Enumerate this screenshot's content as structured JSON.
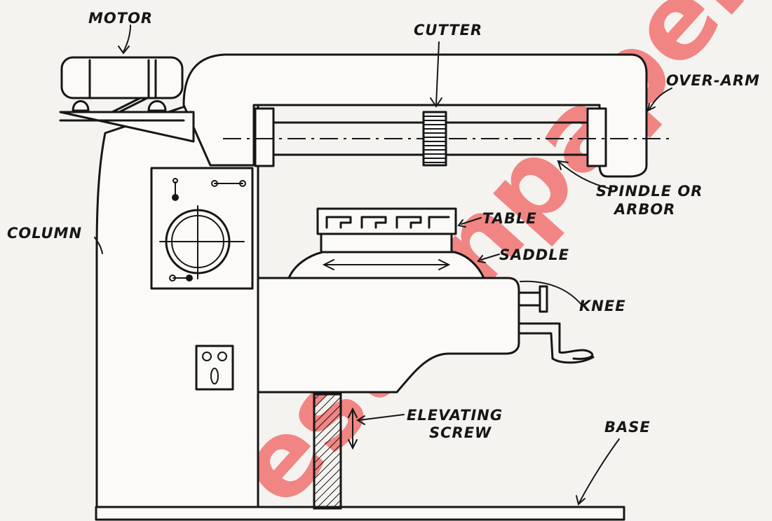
{
  "labels": {
    "motor": "MOTOR",
    "cutter": "CUTTER",
    "over_arm": "OVER-ARM",
    "spindle_line1": "SPINDLE OR",
    "spindle_line2": "ARBOR",
    "column": "COLUMN",
    "table": "TABLE",
    "saddle": "SADDLE",
    "knee": "KNEE",
    "elevating_line1": "ELEVATING",
    "elevating_line2": "SCREW",
    "base": "BASE"
  },
  "watermark": "estionpapers.co",
  "colors": {
    "ink": "#161616",
    "paper": "#f4f3f0",
    "watermark": "#ee2a2a"
  }
}
